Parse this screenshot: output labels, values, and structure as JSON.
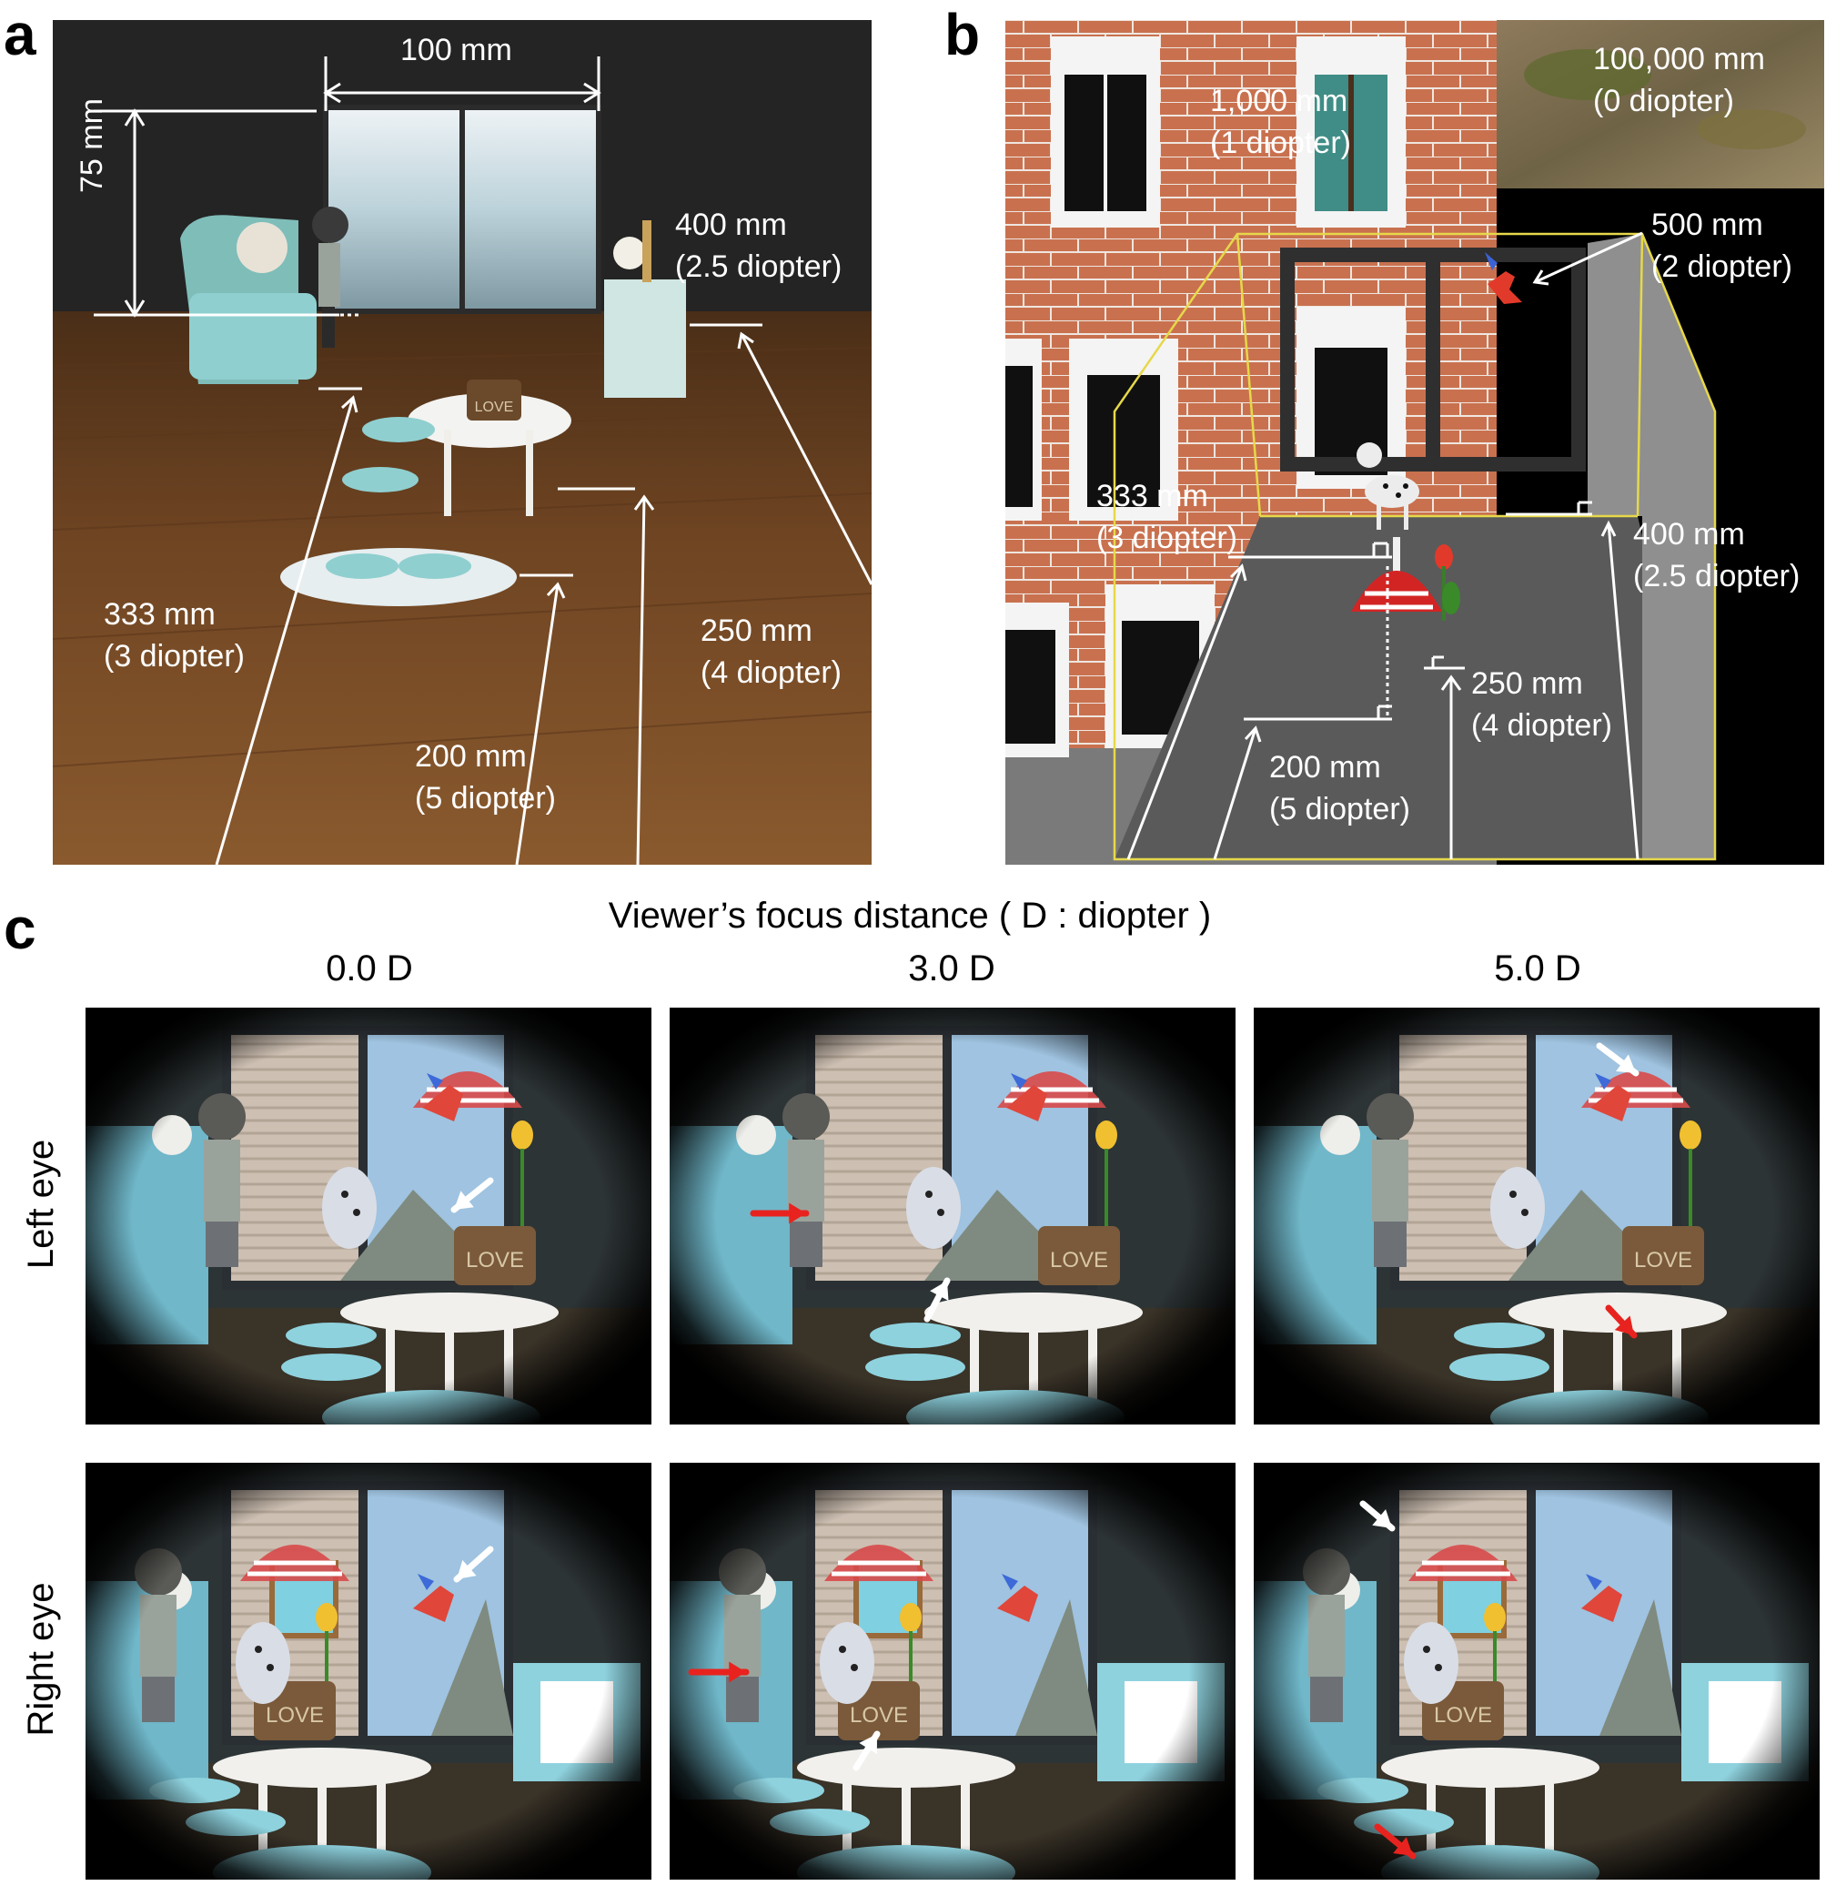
{
  "panel_a": {
    "letter": "a",
    "width_label": "100 mm",
    "height_label": "75 mm",
    "labels": [
      {
        "line1": "400 mm",
        "line2": "(2.5 diopter)"
      },
      {
        "line1": "333 mm",
        "line2": "(3 diopter)"
      },
      {
        "line1": "250 mm",
        "line2": "(4 diopter)"
      },
      {
        "line1": "200 mm",
        "line2": "(5 diopter)"
      }
    ],
    "cup_text": "LOVE"
  },
  "panel_b": {
    "letter": "b",
    "labels": [
      {
        "line1": "100,000 mm",
        "line2": "(0 diopter)"
      },
      {
        "line1": "1,000 mm",
        "line2": "(1 diopter)"
      },
      {
        "line1": "500 mm",
        "line2": "(2 diopter)"
      },
      {
        "line1": "333 mm",
        "line2": "(3 diopter)"
      },
      {
        "line1": "400 mm",
        "line2": "(2.5 diopter)"
      },
      {
        "line1": "250 mm",
        "line2": "(4 diopter)"
      },
      {
        "line1": "200 mm",
        "line2": "(5 diopter)"
      }
    ]
  },
  "panel_c": {
    "letter": "c",
    "title": "Viewer’s focus distance ( D : diopter )",
    "columns": [
      "0.0 D",
      "3.0 D",
      "5.0 D"
    ],
    "rows": [
      "Left eye",
      "Right eye"
    ],
    "pot_text": "LOVE"
  },
  "colors": {
    "annotation": "#ffffff",
    "arrow_red": "#e8231f",
    "arrow_white": "#ffffff",
    "floor_wood": "#7a4f2a",
    "brick": "#c9714f",
    "bed_grey": "#5a5a5a",
    "teal_furniture": "#8fcfcf"
  }
}
